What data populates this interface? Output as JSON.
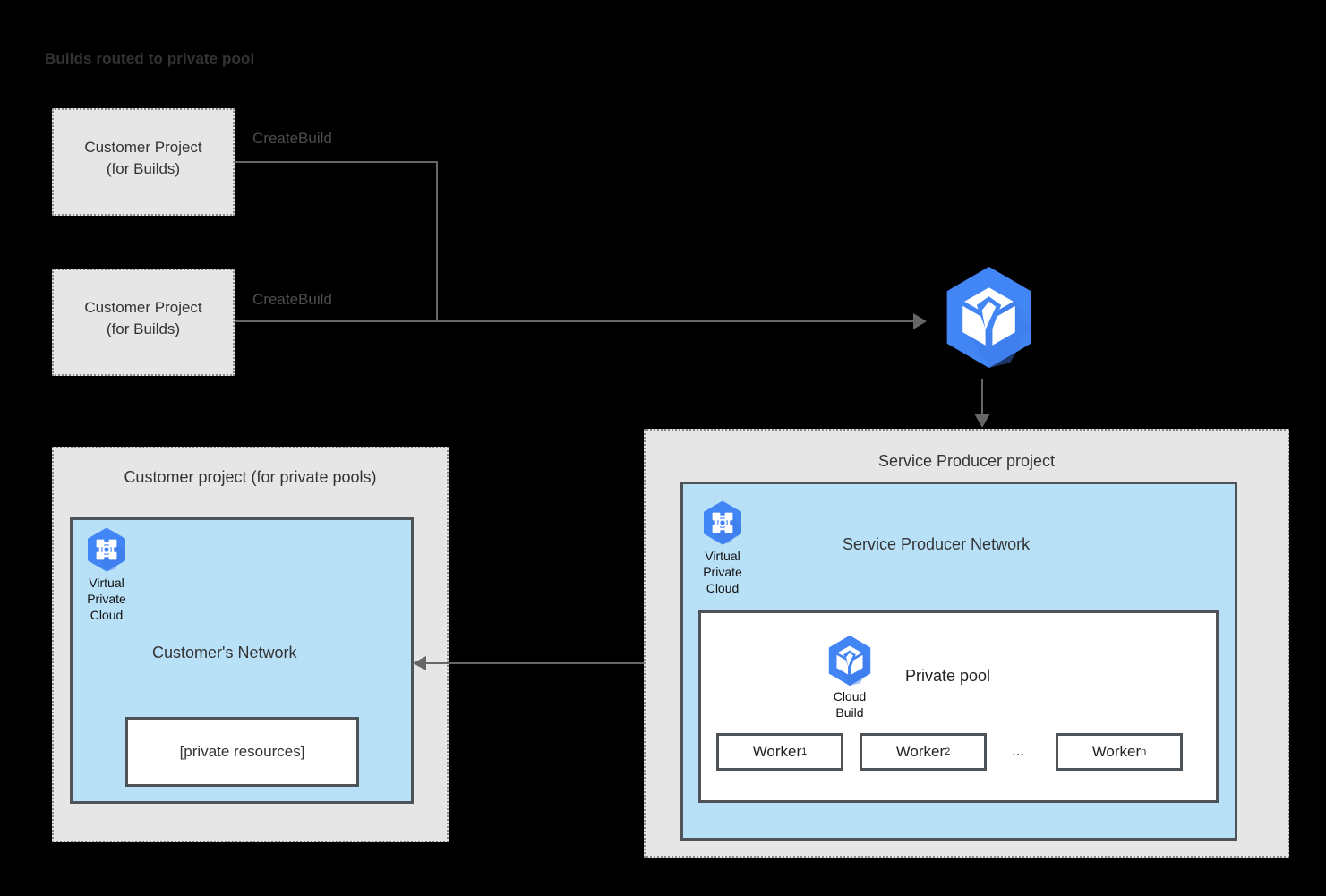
{
  "diagram": {
    "title": "Builds routed to private pool",
    "background_color": "#000000",
    "project_box_fill": "#e6e6e6",
    "network_box_fill": "#b8e0f7",
    "border_color": "#4d5357",
    "accent_color": "#4285f4",
    "line_color": "#666666"
  },
  "build_projects": [
    {
      "line1": "Customer Project",
      "line2": "(for Builds)",
      "edge_label": "CreateBuild"
    },
    {
      "line1": "Customer Project",
      "line2": "(for Builds)",
      "edge_label": "CreateBuild"
    }
  ],
  "cloud_build_service": {
    "icon": "cloud-build-icon"
  },
  "customer_project": {
    "title": "Customer project (for private pools)",
    "vpc": {
      "icon": "virtual-private-cloud-icon",
      "line1": "Virtual",
      "line2": "Private",
      "line3": "Cloud"
    },
    "network_title": "Customer's Network",
    "private_resources": "[private resources]"
  },
  "service_producer_project": {
    "title": "Service Producer project",
    "vpc": {
      "icon": "virtual-private-cloud-icon",
      "line1": "Virtual",
      "line2": "Private",
      "line3": "Cloud"
    },
    "network_title": "Service Producer Network",
    "private_pool": {
      "label": "Private pool",
      "icon": {
        "name": "cloud-build-icon",
        "line1": "Cloud",
        "line2": "Build"
      },
      "workers": [
        {
          "name": "Worker",
          "subscript": "1"
        },
        {
          "name": "Worker",
          "subscript": "2"
        },
        {
          "name": "Worker",
          "subscript": "n"
        }
      ],
      "ellipsis": "..."
    }
  }
}
